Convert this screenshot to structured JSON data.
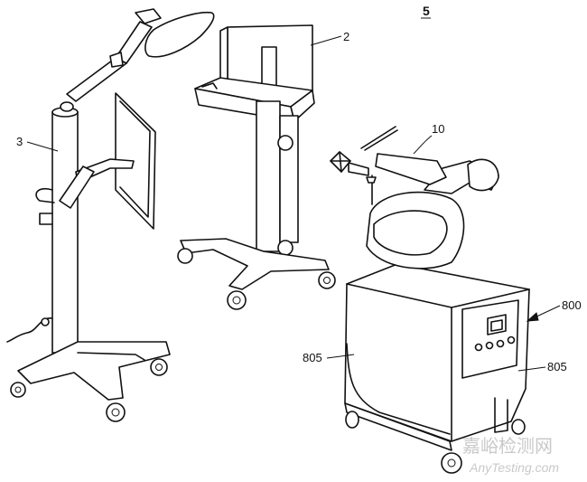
{
  "figure": {
    "number_label": "5",
    "labels": {
      "label_2": "2",
      "label_3": "3",
      "label_10": "10",
      "label_800": "800",
      "label_805_left": "805",
      "label_805_right": "805"
    },
    "watermark": {
      "cn": "嘉峪检测网",
      "en": "AnyTesting.com"
    }
  }
}
